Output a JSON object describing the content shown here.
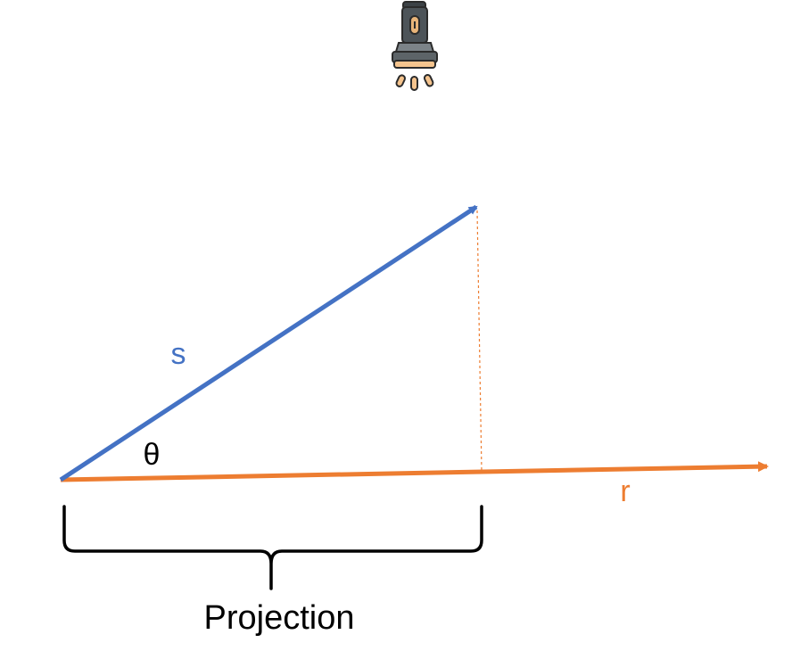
{
  "vectors": {
    "s": {
      "label": "s",
      "color": "#4472C4"
    },
    "r": {
      "label": "r",
      "color": "#ED7D31"
    }
  },
  "angle_label": "θ",
  "projection_label": "Projection",
  "projection_line_color": "#ED7D31",
  "text_color": "#000000",
  "flashlight": {
    "icon": "flashlight-icon",
    "body_color": "#4D5459",
    "ring_color": "#F5C48E",
    "outline_color": "#2B2B2B"
  }
}
